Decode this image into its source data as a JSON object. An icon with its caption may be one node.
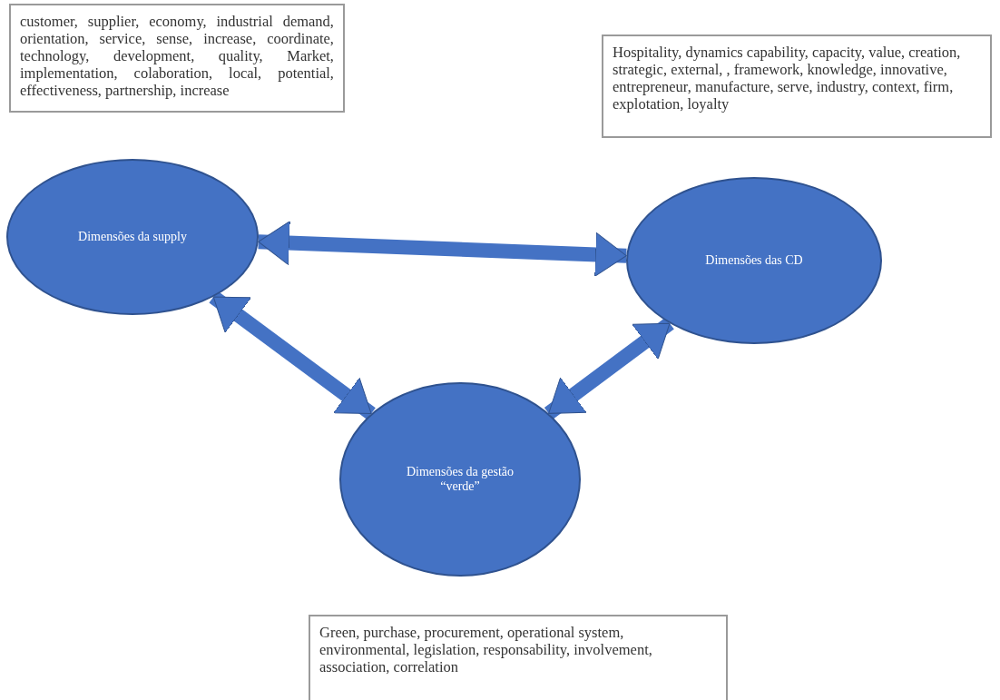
{
  "diagram": {
    "nodes": [
      {
        "text": [
          "customer, supplier, economy, industrial demand, orientation, service, sense, increase, coordinate, technology, development, quality, Market, implementation, colaboration, local, potential, effectiveness, partnership, increase"
        ]
      },
      {
        "text": [
          "Hospitality, dynamics capability, capacity, value, creation, strategic, external, , framework, knowledge, innovative, entrepreneur, manufacture, serve, industry, context, firm, explotation,  loyalty"
        ]
      },
      {
        "text": [
          "Dimensões da supply"
        ]
      },
      {
        "text": [
          "Dimensões das CD"
        ]
      },
      {
        "text": [
          "Dimensões da gestão “verde”"
        ]
      },
      {
        "text": [
          "Green, purchase, procurement, operational system, environmental, legislation, responsability, involvement, association, correlation"
        ]
      }
    ],
    "edges": [
      {
        "from": 2,
        "to": 3,
        "arrow": "both"
      },
      {
        "from": 2,
        "to": 4,
        "arrow": "both"
      },
      {
        "from": 3,
        "to": 4,
        "arrow": "both"
      }
    ]
  }
}
